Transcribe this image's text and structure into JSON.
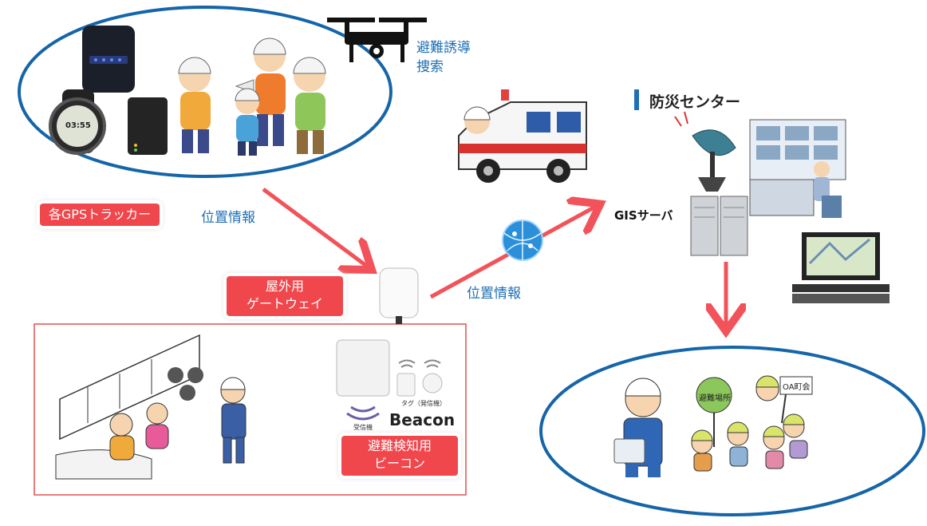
{
  "labels": {
    "drone": [
      "避難誘導",
      "捜索"
    ],
    "gps_trackers": "各GPSトラッカー",
    "location_info_1": "位置情報",
    "location_info_2": "位置情報",
    "outdoor_gateway": [
      "屋外用",
      "ゲートウェイ"
    ],
    "evac_beacon": [
      "避難検知用",
      "ビーコン"
    ],
    "disaster_center": "防災センター",
    "gis_server": "GISサーバ",
    "beacon_brand": "Beacon",
    "receiver": "受信機",
    "tag": "タグ（発信機）",
    "watch_display": "03:55",
    "sign_text": "OA町会",
    "banner_text": "避難場所"
  },
  "colors": {
    "accent_blue": "#1f6fb5",
    "label_red": "#f0474d",
    "arrow_red": "#f2535a",
    "ellipse_blue": "#1565a8"
  }
}
